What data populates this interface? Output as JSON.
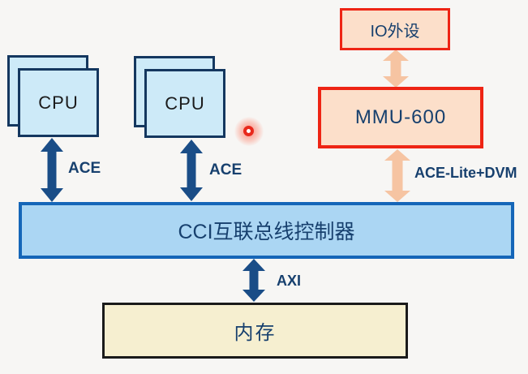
{
  "colors": {
    "background": "#f7f6f4",
    "navy-border": "#14375f",
    "navy-arrow": "#1a4d87",
    "navy-text": "#17406e",
    "cpu-fill": "#cdeaf8",
    "cpu-text": "#1b1b1b",
    "cci-fill": "#abd6f3",
    "cci-border": "#1566b8",
    "red-border": "#ee2414",
    "peach-fill": "#fcdfca",
    "peach-arrow": "#f6c4a2",
    "memory-fill": "#f6efd0",
    "memory-border": "#1a1a1a",
    "laser-red": "#e8291c"
  },
  "nodes": {
    "cpu1": {
      "label": "CPU"
    },
    "cpu2": {
      "label": "CPU"
    },
    "io": {
      "label": "IO外设"
    },
    "mmu": {
      "label": "MMU-600"
    },
    "cci": {
      "label": "CCI互联总线控制器"
    },
    "memory": {
      "label": "内存"
    }
  },
  "links": {
    "ace1": {
      "label": "ACE"
    },
    "ace2": {
      "label": "ACE"
    },
    "ace_lite": {
      "label": "ACE-Lite+DVM"
    },
    "axi": {
      "label": "AXI"
    }
  }
}
